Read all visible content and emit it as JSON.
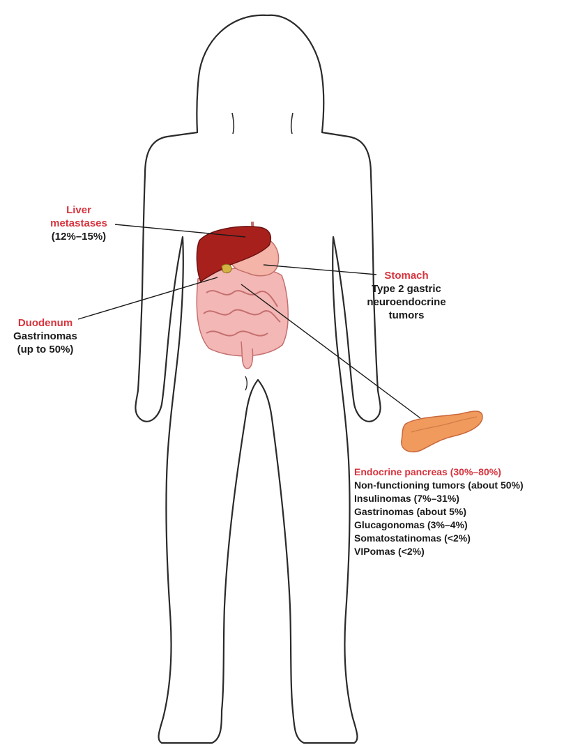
{
  "colors": {
    "outline": "#2a2a2a",
    "label_title": "#d7333d",
    "liver": "#a8201c",
    "intestine": "#f0a9a9",
    "stomach": "#f2b0a8",
    "pancreas": "#f09a5e"
  },
  "liver": {
    "title_line1": "Liver",
    "title_line2": "metastases",
    "detail": "(12%–15%)"
  },
  "stomach": {
    "title": "Stomach",
    "detail_line1": "Type 2 gastric",
    "detail_line2": "neuroendocrine",
    "detail_line3": "tumors"
  },
  "duodenum": {
    "title": "Duodenum",
    "detail_line1": "Gastrinomas",
    "detail_line2": "(up to 50%)"
  },
  "pancreas": {
    "title": "Endocrine pancreas (30%–80%)",
    "items": [
      "Non-functioning tumors (about 50%)",
      "Insulinomas (7%–31%)",
      "Gastrinomas (about 5%)",
      "Glucagonomas (3%–4%)",
      "Somatostatinomas (<2%)",
      "VIPomas (<2%)"
    ]
  }
}
